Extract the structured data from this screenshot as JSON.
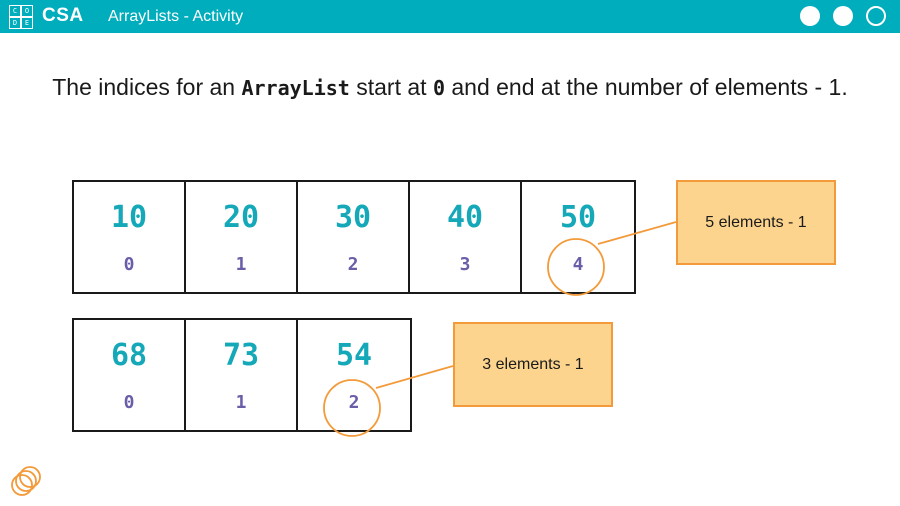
{
  "header": {
    "logo_letters": [
      "C",
      "O",
      "D",
      "E"
    ],
    "brand": "CSA",
    "title": "ArrayLists - Activity",
    "window_controls": [
      "dot",
      "dot",
      "ring"
    ]
  },
  "heading": {
    "part1": "The indices for an ",
    "code1": "ArrayList",
    "part2": " start at ",
    "code2": "0",
    "part3": " and end at the number of elements - 1."
  },
  "arrays": [
    {
      "values": [
        "10",
        "20",
        "30",
        "40",
        "50"
      ],
      "indices": [
        "0",
        "1",
        "2",
        "3",
        "4"
      ],
      "callout": "5 elements - 1",
      "highlighted_index": 4
    },
    {
      "values": [
        "68",
        "73",
        "54"
      ],
      "indices": [
        "0",
        "1",
        "2"
      ],
      "callout": "3 elements - 1",
      "highlighted_index": 2
    }
  ],
  "colors": {
    "header": "#00adbc",
    "value_text": "#14a8b8",
    "index_text": "#6b5ea8",
    "callout_fill": "#fdd48e",
    "accent_orange": "#f39a3a"
  },
  "icons": {
    "footer": "stacked-rings-icon"
  }
}
